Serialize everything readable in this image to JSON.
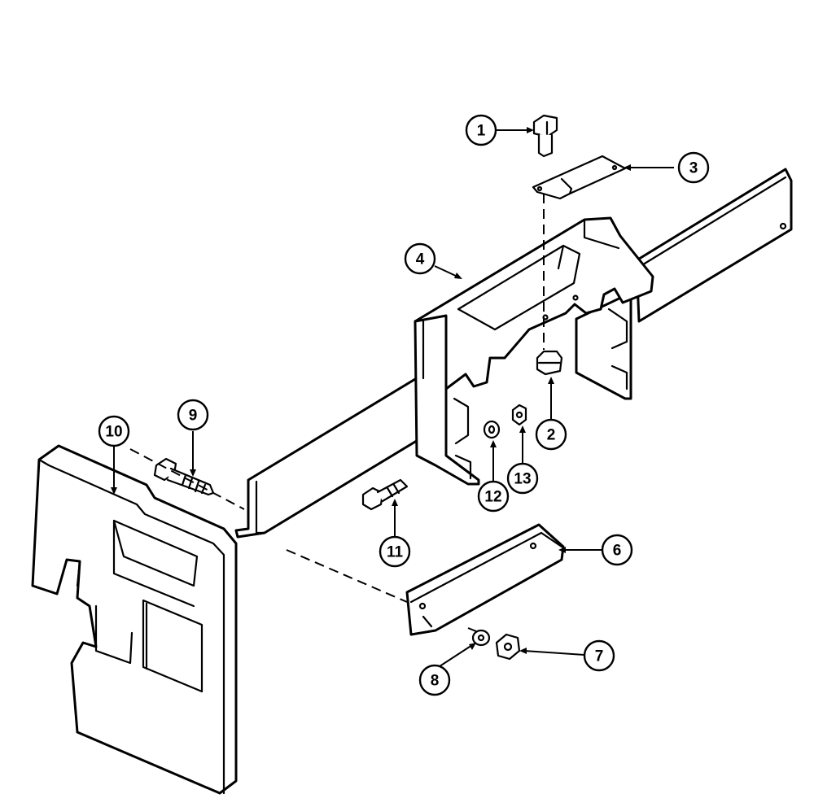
{
  "callouts": [
    {
      "id": "1",
      "label": "1"
    },
    {
      "id": "2",
      "label": "2"
    },
    {
      "id": "3",
      "label": "3"
    },
    {
      "id": "4",
      "label": "4"
    },
    {
      "id": "6",
      "label": "6"
    },
    {
      "id": "7",
      "label": "7"
    },
    {
      "id": "8",
      "label": "8"
    },
    {
      "id": "9",
      "label": "9"
    },
    {
      "id": "10",
      "label": "10"
    },
    {
      "id": "11",
      "label": "11"
    },
    {
      "id": "12",
      "label": "12"
    },
    {
      "id": "13",
      "label": "13"
    }
  ]
}
